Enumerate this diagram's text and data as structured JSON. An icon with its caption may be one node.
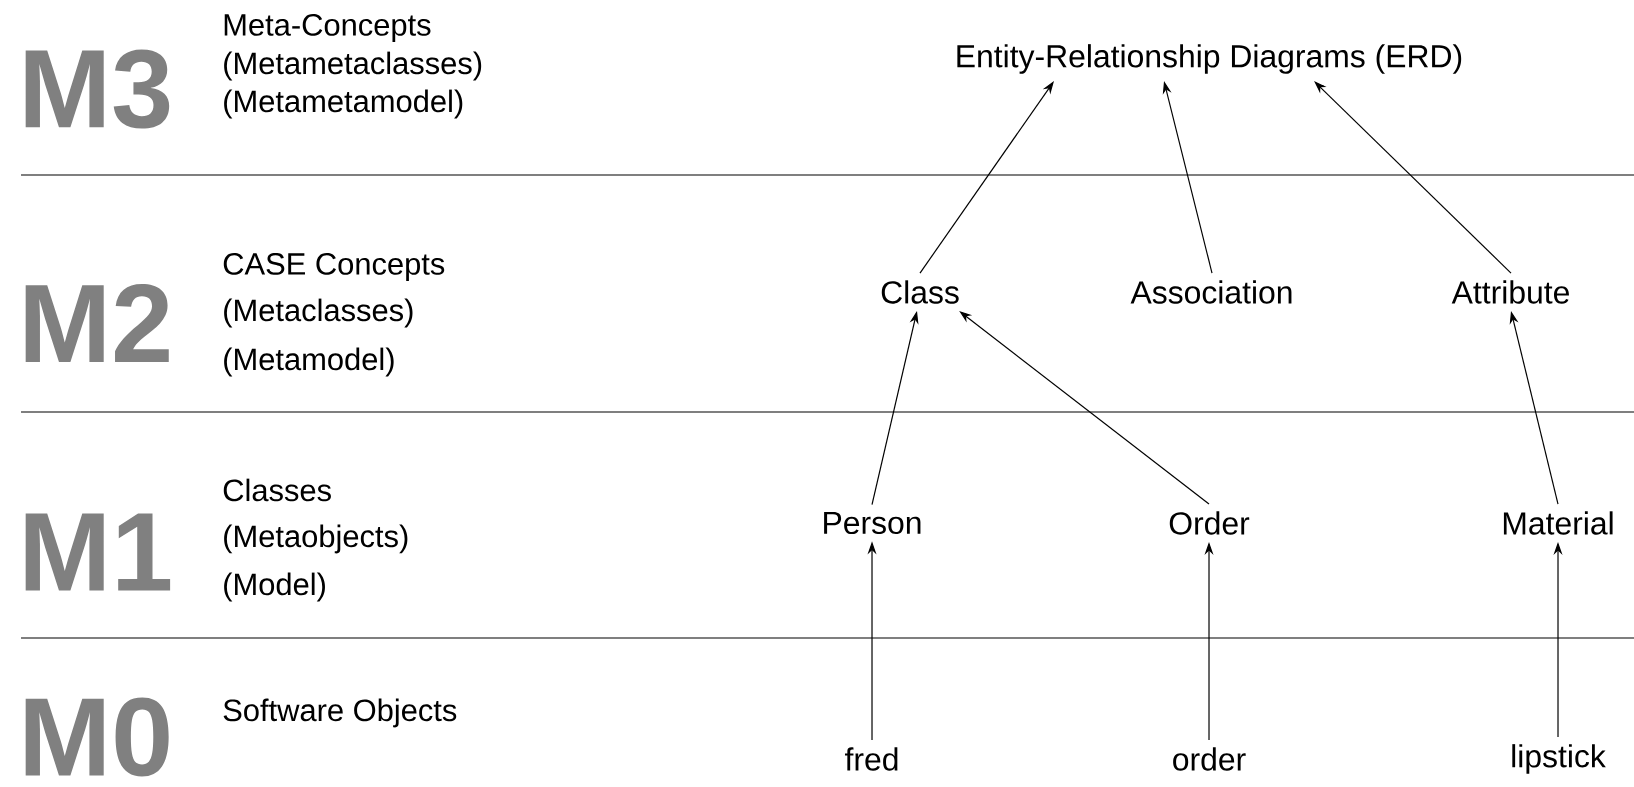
{
  "diagram": {
    "nodes": [
      {
        "text": [
          "Entity-Relationship Diagrams (ERD)"
        ]
      },
      {
        "text": [
          "Class"
        ]
      },
      {
        "text": [
          "Association"
        ]
      },
      {
        "text": [
          "Attribute"
        ]
      },
      {
        "text": [
          "Person"
        ]
      },
      {
        "text": [
          "Order"
        ]
      },
      {
        "text": [
          "Material"
        ]
      },
      {
        "text": [
          "fred"
        ]
      },
      {
        "text": [
          "order"
        ]
      },
      {
        "text": [
          "lipstick"
        ]
      }
    ],
    "edges": [
      {
        "from": 1,
        "to": 0,
        "arrow": "to"
      },
      {
        "from": 2,
        "to": 0,
        "arrow": "to"
      },
      {
        "from": 3,
        "to": 0,
        "arrow": "to"
      },
      {
        "from": 4,
        "to": 1,
        "arrow": "to"
      },
      {
        "from": 5,
        "to": 1,
        "arrow": "to"
      },
      {
        "from": 6,
        "to": 3,
        "arrow": "to"
      },
      {
        "from": 7,
        "to": 4,
        "arrow": "to"
      },
      {
        "from": 8,
        "to": 5,
        "arrow": "to"
      },
      {
        "from": 9,
        "to": 6,
        "arrow": "to"
      }
    ],
    "labels": [
      "M3",
      "Meta-Concepts",
      "(Metametaclasses)",
      "(Metametamodel)",
      "M2",
      "CASE Concepts",
      "(Metaclasses)",
      "(Metamodel)",
      "M1",
      "Classes",
      "(Metaobjects)",
      "(Model)",
      "M0",
      "Software Objects"
    ]
  }
}
